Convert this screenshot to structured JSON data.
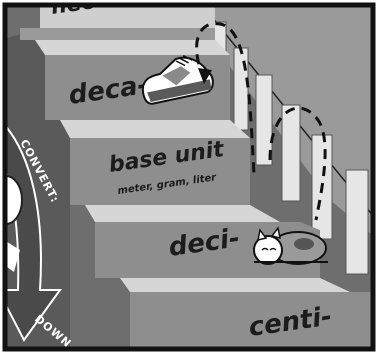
{
  "stairs": {
    "top_step_label": "hect",
    "steps": [
      {
        "label": "deca-"
      },
      {
        "label": "base unit",
        "sublabel": "meter, gram, liter"
      },
      {
        "label": "deci-"
      },
      {
        "label": "centi-"
      }
    ]
  },
  "arrow": {
    "word1": "CONVERT:",
    "word2": "DOWN"
  },
  "colors": {
    "step_top": "#d2d2d2",
    "step_face": "#8c8c8c",
    "background": "#6f6f6f",
    "frame": "#111111"
  }
}
